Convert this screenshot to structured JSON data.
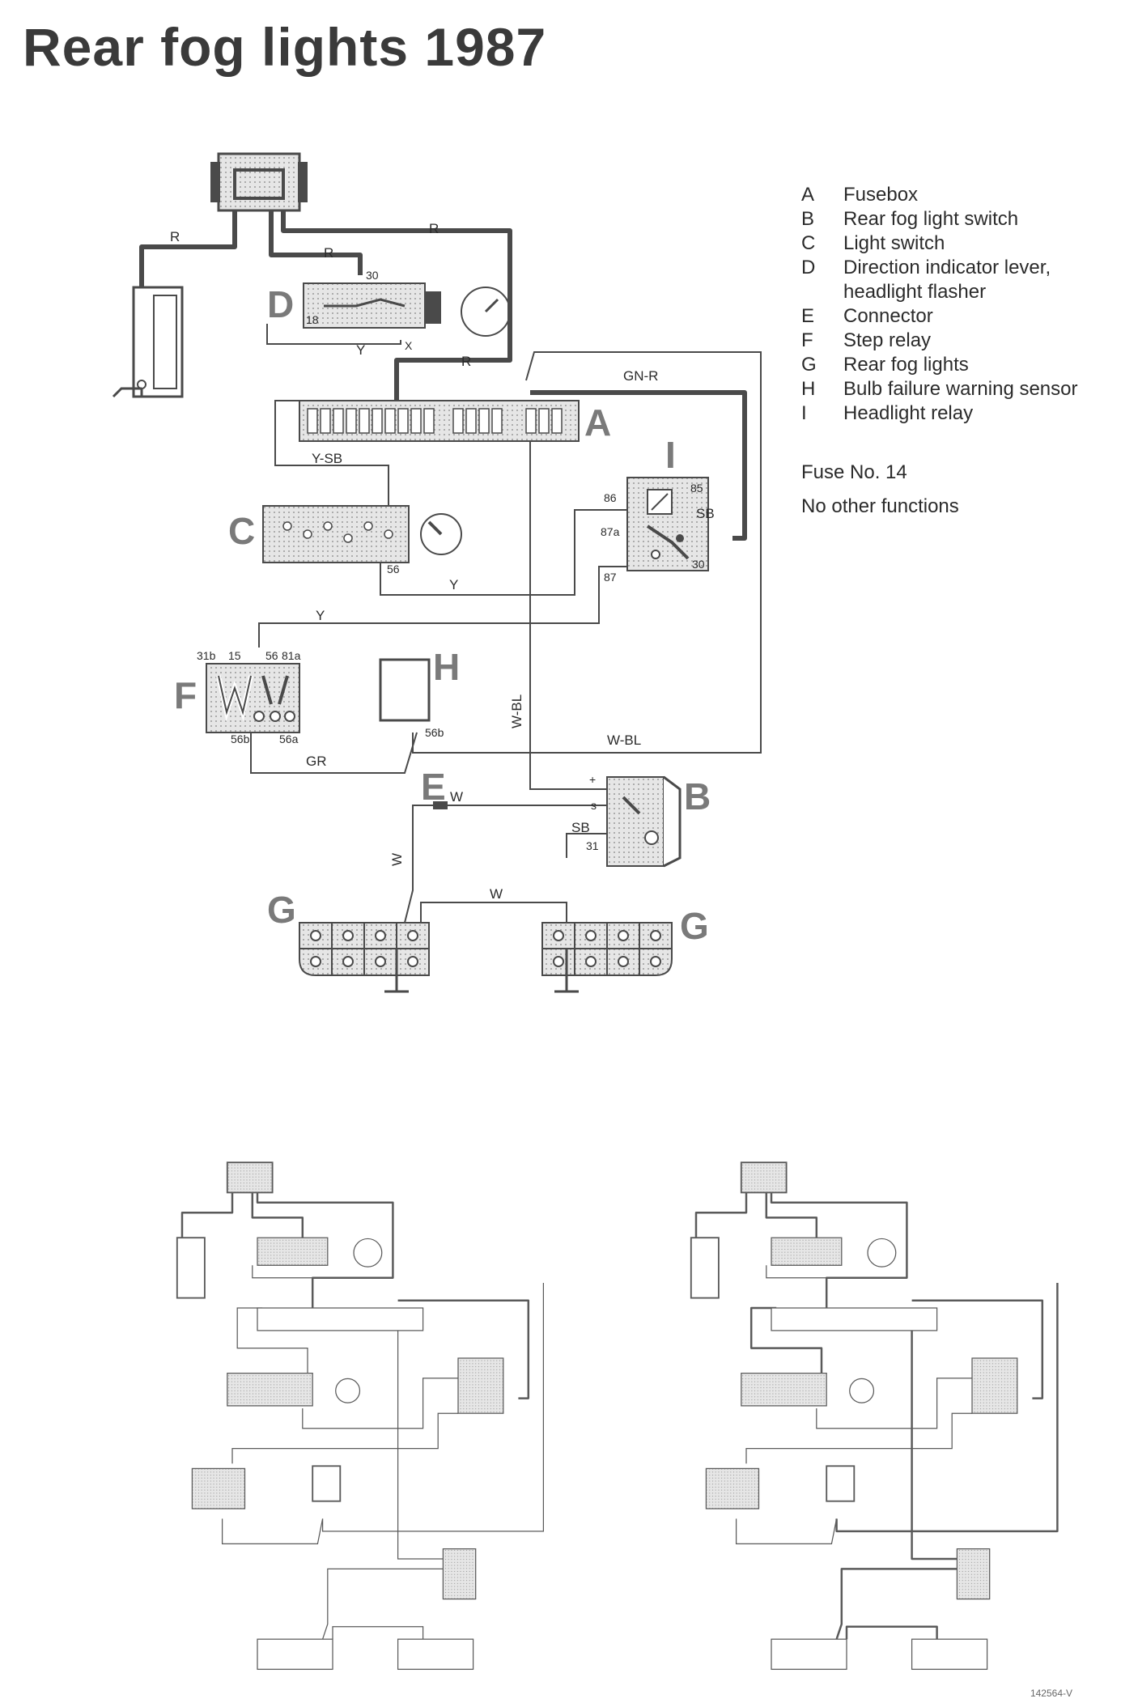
{
  "title": "Rear fog lights 1987",
  "legend": [
    {
      "key": "A",
      "label": "Fusebox"
    },
    {
      "key": "B",
      "label": "Rear fog light switch"
    },
    {
      "key": "C",
      "label": "Light switch"
    },
    {
      "key": "D",
      "label": "Direction indicator lever,"
    },
    {
      "key": "",
      "label": "headlight flasher"
    },
    {
      "key": "E",
      "label": "Connector"
    },
    {
      "key": "F",
      "label": "Step relay"
    },
    {
      "key": "G",
      "label": "Rear fog lights"
    },
    {
      "key": "H",
      "label": "Bulb failure warning sensor"
    },
    {
      "key": "I",
      "label": "Headlight relay"
    }
  ],
  "notes": {
    "fuse": "Fuse No. 14",
    "other": "No other functions"
  },
  "drawing_code": "142564-V",
  "components": {
    "a": "A",
    "b": "B",
    "c": "C",
    "d": "D",
    "e": "E",
    "f": "F",
    "g": "G",
    "h": "H",
    "i": "I"
  },
  "wire_labels": {
    "r": "R",
    "y": "Y",
    "ysb": "Y-SB",
    "gnr": "GN-R",
    "wbl": "W-BL",
    "w": "W",
    "gr": "GR",
    "sb": "SB"
  },
  "terminals": {
    "t30": "30",
    "t85": "85",
    "t86": "86",
    "t87": "87",
    "t87a": "87a",
    "t56": "56",
    "t56b": "56b",
    "t56a": "56a",
    "t31b": "31b",
    "t15": "15",
    "t81a": "81a",
    "t31": "31",
    "tx": "X",
    "t18": "18",
    "plus": "+",
    "s": "s"
  },
  "colors": {
    "wire": "#4a4a4a",
    "shade": "#d6d6d6",
    "ink": "#2b2b2b",
    "label": "#6e6e6e"
  }
}
